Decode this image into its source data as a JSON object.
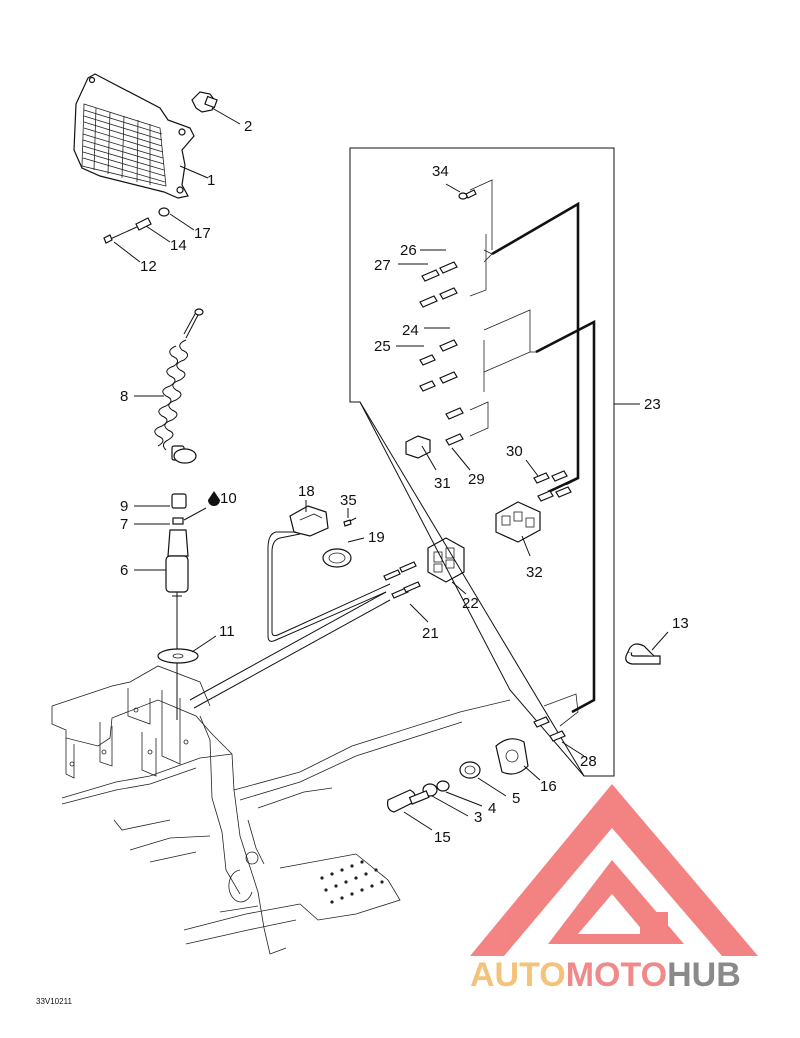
{
  "callouts": [
    {
      "id": "1",
      "text": "1"
    },
    {
      "id": "2",
      "text": "2"
    },
    {
      "id": "3",
      "text": "3"
    },
    {
      "id": "4",
      "text": "4"
    },
    {
      "id": "5",
      "text": "5"
    },
    {
      "id": "6",
      "text": "6"
    },
    {
      "id": "7",
      "text": "7"
    },
    {
      "id": "8",
      "text": "8"
    },
    {
      "id": "9",
      "text": "9"
    },
    {
      "id": "10",
      "text": "10"
    },
    {
      "id": "11",
      "text": "11"
    },
    {
      "id": "12",
      "text": "12"
    },
    {
      "id": "13",
      "text": "13"
    },
    {
      "id": "14",
      "text": "14"
    },
    {
      "id": "15",
      "text": "15"
    },
    {
      "id": "16",
      "text": "16"
    },
    {
      "id": "17",
      "text": "17"
    },
    {
      "id": "18",
      "text": "18"
    },
    {
      "id": "19",
      "text": "19"
    },
    {
      "id": "21",
      "text": "21"
    },
    {
      "id": "22",
      "text": "22"
    },
    {
      "id": "23",
      "text": "23"
    },
    {
      "id": "24",
      "text": "24"
    },
    {
      "id": "25",
      "text": "25"
    },
    {
      "id": "26",
      "text": "26"
    },
    {
      "id": "27",
      "text": "27"
    },
    {
      "id": "28",
      "text": "28"
    },
    {
      "id": "29",
      "text": "29"
    },
    {
      "id": "30",
      "text": "30"
    },
    {
      "id": "31",
      "text": "31"
    },
    {
      "id": "32",
      "text": "32"
    },
    {
      "id": "34",
      "text": "34"
    },
    {
      "id": "35",
      "text": "35"
    }
  ],
  "figure_code": "33V10211",
  "watermark": {
    "brand_part1": "AUTO",
    "brand_part2": "MOTO",
    "brand_part3": "HUB",
    "color_part1": "#f5c27a",
    "color_part2": "#f08a8a",
    "color_part3": "#8a8a8a",
    "logo_color": "#f26d6d"
  }
}
